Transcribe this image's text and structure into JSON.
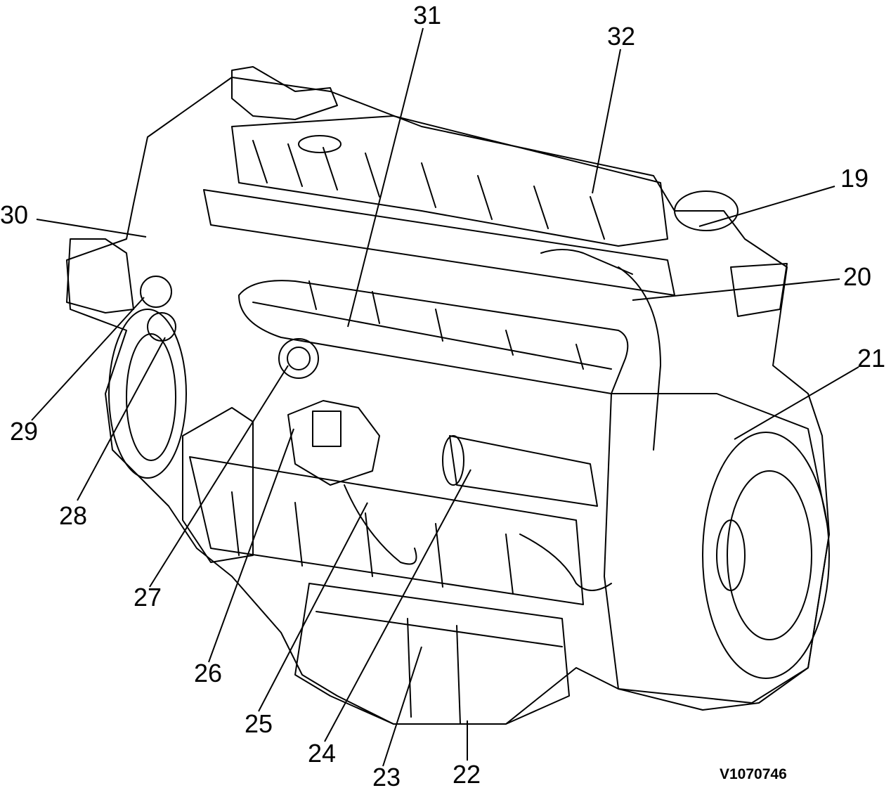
{
  "diagram": {
    "drawing_code": "V1070746",
    "callouts": [
      {
        "id": "c31",
        "text": "31"
      },
      {
        "id": "c32",
        "text": "32"
      },
      {
        "id": "c19",
        "text": "19"
      },
      {
        "id": "c30",
        "text": "30"
      },
      {
        "id": "c20",
        "text": "20"
      },
      {
        "id": "c21",
        "text": "21"
      },
      {
        "id": "c29",
        "text": "29"
      },
      {
        "id": "c28",
        "text": "28"
      },
      {
        "id": "c27",
        "text": "27"
      },
      {
        "id": "c26",
        "text": "26"
      },
      {
        "id": "c25",
        "text": "25"
      },
      {
        "id": "c24",
        "text": "24"
      },
      {
        "id": "c23",
        "text": "23"
      },
      {
        "id": "c22",
        "text": "22"
      }
    ]
  }
}
